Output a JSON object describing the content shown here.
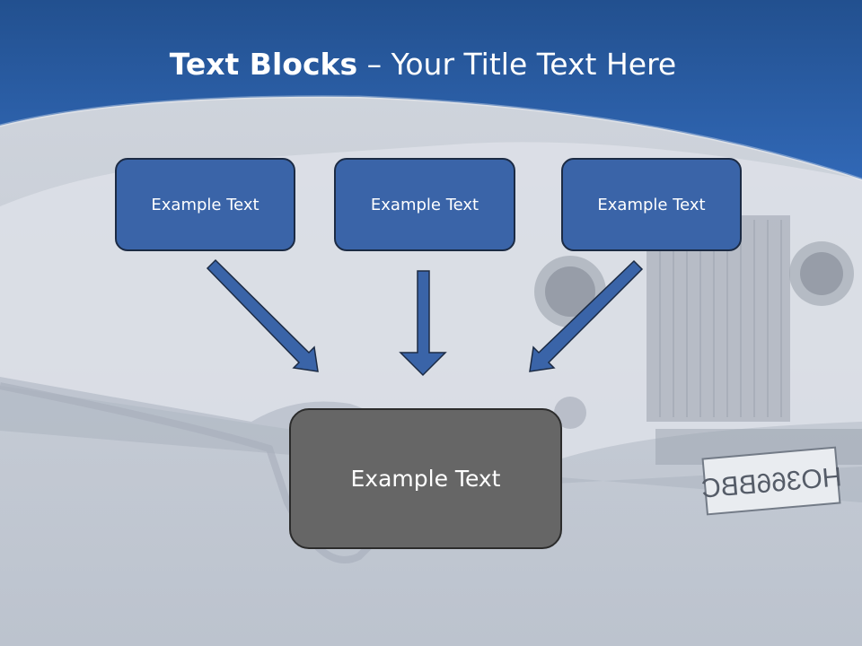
{
  "slide": {
    "title_bold": "Text Blocks",
    "title_dash": "–",
    "title_rest": "Your Title Text Here",
    "plate": "HO366BBC"
  },
  "diagram": {
    "top_boxes": [
      "Example Text",
      "Example Text",
      "Example Text"
    ],
    "bottom_box": "Example Text"
  },
  "colors": {
    "header_blue": "#2f5fa8",
    "box_blue": "#3a64a8",
    "box_gray": "#666666",
    "arrow_blue": "#3a64a8"
  }
}
